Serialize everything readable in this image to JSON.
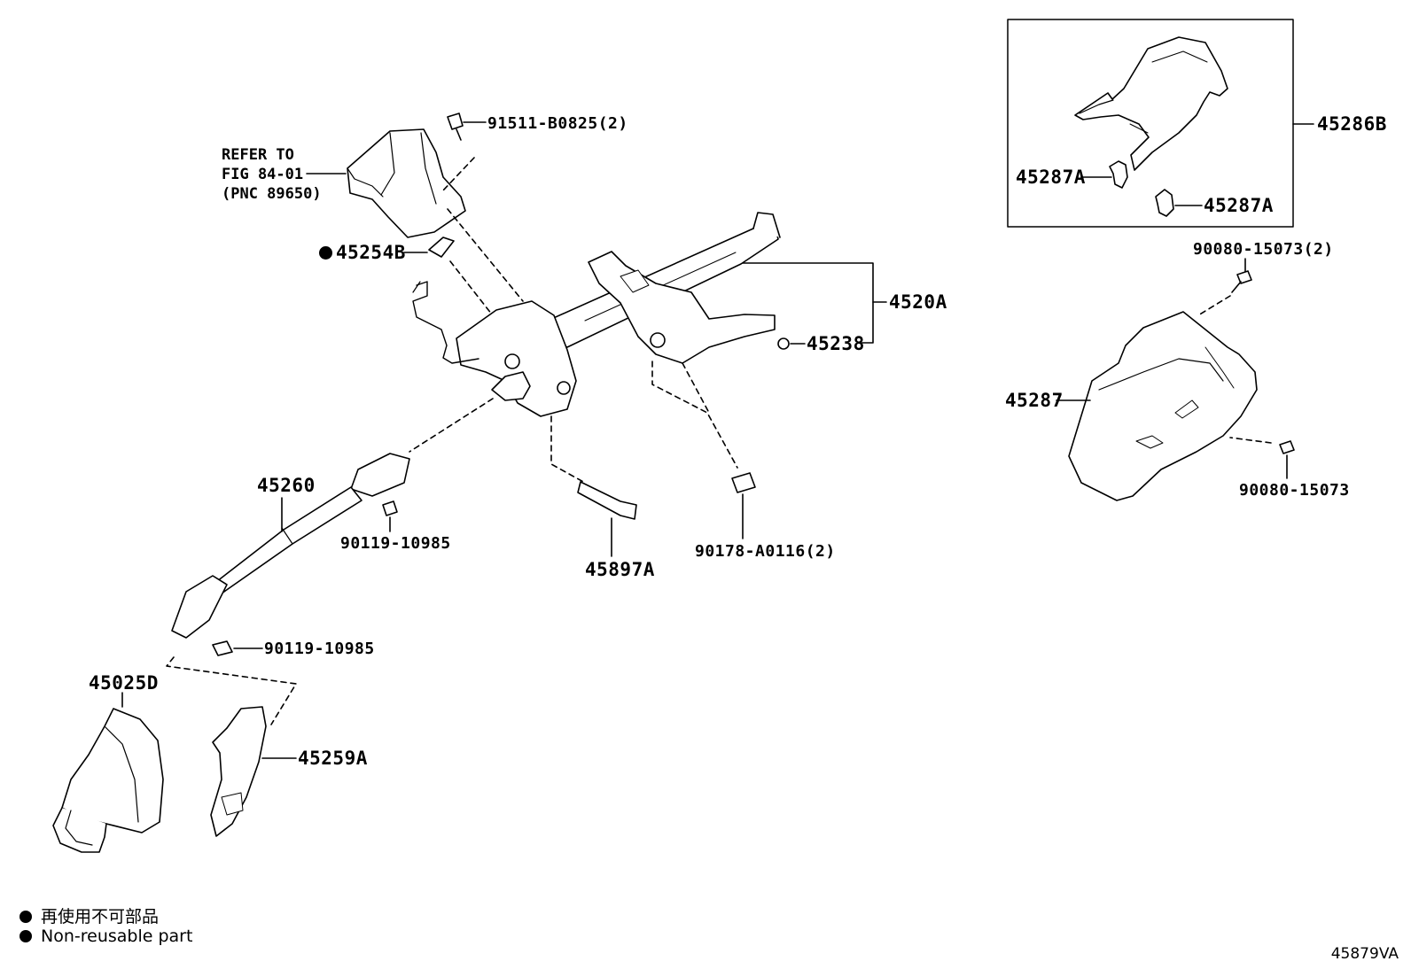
{
  "labels": {
    "p91511": "91511-B0825(2)",
    "refer_line1": "REFER TO",
    "refer_line2": "FIG 84-01",
    "refer_line3": "(PNC 89650)",
    "p45254B": "45254B",
    "p4520A": "4520A",
    "p45238": "45238",
    "p45260": "45260",
    "p90119a": "90119-10985",
    "p90119b": "90119-10985",
    "p45897A": "45897A",
    "p90178": "90178-A0116(2)",
    "p45025D": "45025D",
    "p45259A": "45259A",
    "p45286B": "45286B",
    "p45287A_1": "45287A",
    "p45287A_2": "45287A",
    "p90080a": "90080-15073(2)",
    "p45287": "45287",
    "p90080b": "90080-15073"
  },
  "legend": {
    "jp": "再使用不可部品",
    "en": "Non-reusable part"
  },
  "figure_code": "45879VA"
}
